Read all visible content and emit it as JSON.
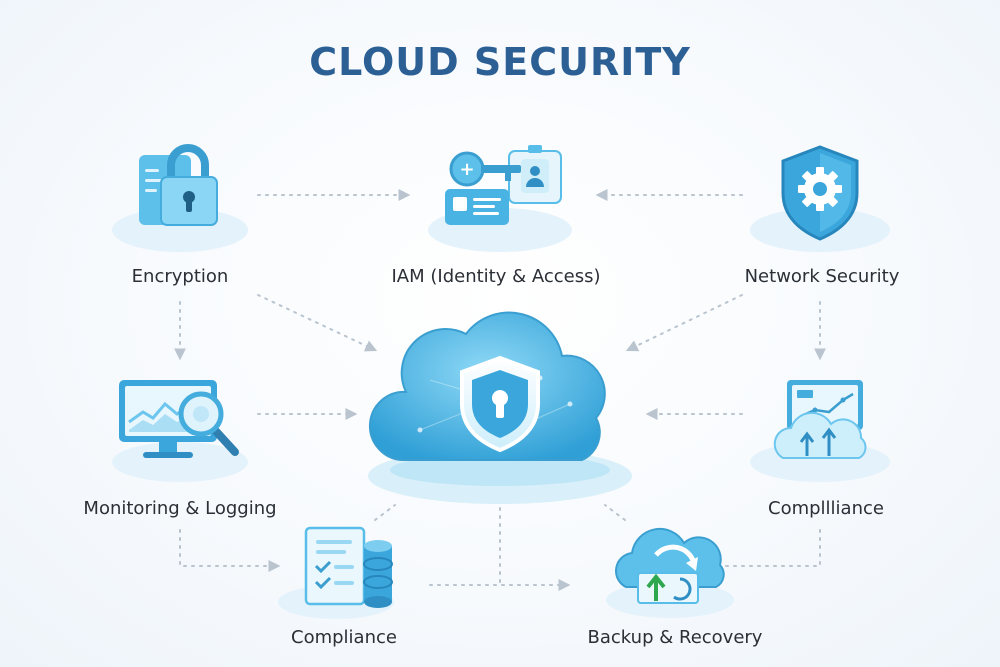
{
  "title": "CLOUD SECURITY",
  "nodes": {
    "encryption": {
      "label": "Encryption",
      "icon": "padlock-icon"
    },
    "iam": {
      "label": "IAM (Identity & Access)",
      "icon": "id-card-key-icon"
    },
    "network_security": {
      "label": "Network Security",
      "icon": "shield-gear-icon"
    },
    "monitoring_logging": {
      "label": "Monitoring & Logging",
      "icon": "monitor-magnifier-icon"
    },
    "compliance_right": {
      "label": "Compllliance",
      "icon": "cloud-chart-icon"
    },
    "compliance_bottom": {
      "label": "Compliance",
      "icon": "document-database-icon"
    },
    "backup_recovery": {
      "label": "Backup & Recovery",
      "icon": "cloud-sync-icon"
    },
    "center": {
      "icon": "cloud-shield-lock-icon"
    }
  },
  "colors": {
    "title": "#2c5f94",
    "accent": "#2f9fd6",
    "accent_light": "#8fd4f2",
    "connector": "#b9c4cf",
    "label": "#2b2f36"
  }
}
